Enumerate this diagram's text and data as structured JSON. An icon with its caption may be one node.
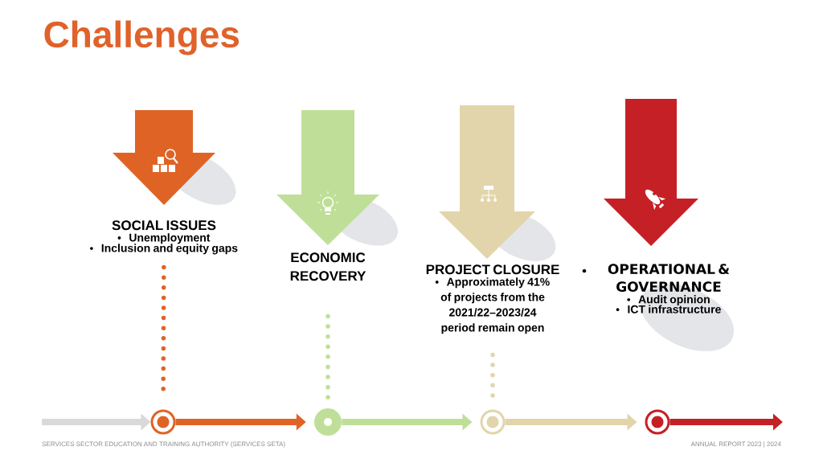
{
  "diagram": {
    "title": "Challenges",
    "nodes": [
      {
        "text": [
          "SOCIAL ISSUES",
          "Unemployment",
          "Inclusion and equity gaps"
        ]
      },
      {
        "text": [
          "ECONOMIC RECOVERY"
        ]
      },
      {
        "text": [
          "PROJECT CLOSURE",
          "Approximately 41% of projects from the 2021/22–2023/24 period remain open"
        ]
      },
      {
        "text": [
          "OPERATIONAL & GOVERNANCE",
          "Audit opinion",
          "ICT infrastructure"
        ]
      },
      {
        "text": [],
        "shape": "circle"
      },
      {
        "text": [],
        "shape": "circle"
      },
      {
        "text": [],
        "shape": "circle"
      },
      {
        "text": [],
        "shape": "circle"
      }
    ],
    "edges": [
      {
        "from": null,
        "to": 4,
        "arrow": "to",
        "color": "#d9d9d9"
      },
      {
        "from": 4,
        "to": 5,
        "arrow": "to",
        "color": "#e06326"
      },
      {
        "from": 5,
        "to": 6,
        "arrow": "to",
        "color": "#bfdf98"
      },
      {
        "from": 6,
        "to": 7,
        "arrow": "to",
        "color": "#e2d5ab"
      },
      {
        "from": 7,
        "to": null,
        "arrow": "to",
        "color": "#c52026"
      },
      {
        "from": 0,
        "to": 4,
        "arrow": "none",
        "style": "dashed",
        "color": "#e06326"
      },
      {
        "from": 1,
        "to": 5,
        "arrow": "none",
        "style": "dashed",
        "color": "#bfdf98"
      },
      {
        "from": 2,
        "to": 6,
        "arrow": "none",
        "style": "dashed",
        "color": "#e2d5ab"
      }
    ],
    "labels": [
      "SERVICES SECTOR EDUCATION AND TRAINING AUTHORITY (SERVICES SETA)",
      "ANNUAL REPORT 2023 | 2024"
    ]
  }
}
